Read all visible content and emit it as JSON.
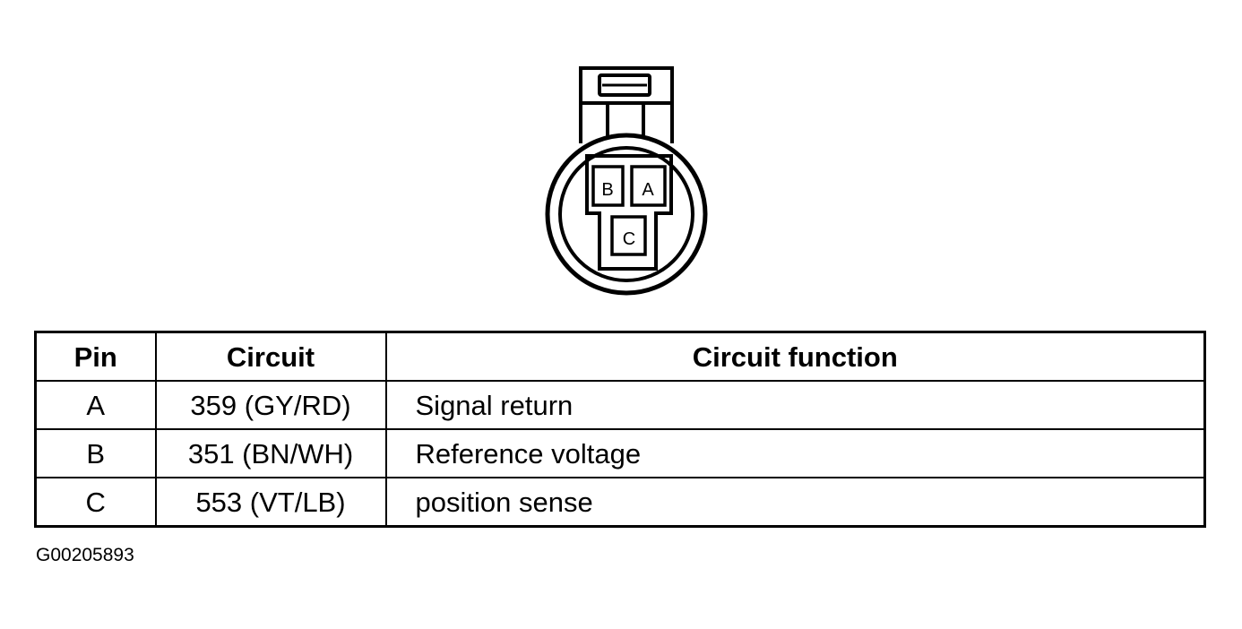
{
  "connector": {
    "pins": [
      "A",
      "B",
      "C"
    ]
  },
  "table": {
    "headers": {
      "pin": "Pin",
      "circuit": "Circuit",
      "function": "Circuit function"
    },
    "rows": [
      {
        "pin": "A",
        "circuit": "359 (GY/RD)",
        "function": "Signal return"
      },
      {
        "pin": "B",
        "circuit": "351 (BN/WH)",
        "function": "Reference voltage"
      },
      {
        "pin": "C",
        "circuit": "553 (VT/LB)",
        "function": "position sense"
      }
    ]
  },
  "figure_id": "G00205893",
  "colors": {
    "ink": "#000000",
    "paper": "#ffffff"
  }
}
